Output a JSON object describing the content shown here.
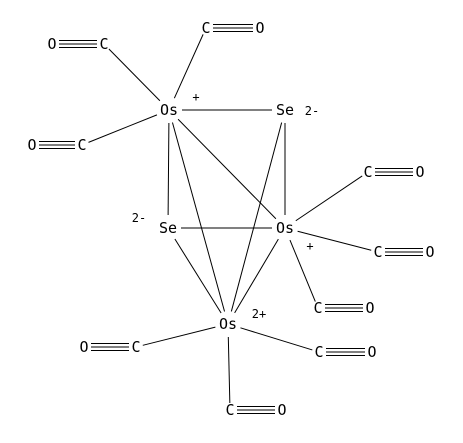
{
  "colors": {
    "ink": "#000000",
    "background": "#ffffff"
  },
  "atoms": [
    {
      "id": "os1",
      "text": "Os",
      "charge": "+"
    },
    {
      "id": "os2",
      "text": "Os",
      "charge": "+"
    },
    {
      "id": "os3",
      "text": "Os",
      "charge": "2+"
    },
    {
      "id": "se1",
      "text": "Se",
      "charge": "2-"
    },
    {
      "id": "se2",
      "text": "Se",
      "charge": "2-"
    },
    {
      "id": "c_a",
      "text": "C"
    },
    {
      "id": "o_a",
      "text": "O"
    },
    {
      "id": "c_b",
      "text": "C"
    },
    {
      "id": "o_b",
      "text": "O"
    },
    {
      "id": "c_c",
      "text": "C"
    },
    {
      "id": "o_c",
      "text": "O"
    },
    {
      "id": "c_d",
      "text": "C"
    },
    {
      "id": "o_d",
      "text": "O"
    },
    {
      "id": "c_e",
      "text": "C"
    },
    {
      "id": "o_e",
      "text": "O"
    },
    {
      "id": "c_f",
      "text": "C"
    },
    {
      "id": "o_f",
      "text": "O"
    },
    {
      "id": "c_g",
      "text": "C"
    },
    {
      "id": "o_g",
      "text": "O"
    },
    {
      "id": "c_h",
      "text": "C"
    },
    {
      "id": "o_h",
      "text": "O"
    },
    {
      "id": "c_i",
      "text": "C"
    },
    {
      "id": "o_i",
      "text": "O"
    }
  ],
  "bonds": [
    {
      "a": "os1",
      "b": "se1",
      "order": 1
    },
    {
      "a": "os1",
      "b": "se2",
      "order": 1
    },
    {
      "a": "os1",
      "b": "os2",
      "order": 1
    },
    {
      "a": "os1",
      "b": "os3",
      "order": 1
    },
    {
      "a": "se1",
      "b": "os2",
      "order": 1
    },
    {
      "a": "se1",
      "b": "os3",
      "order": 1
    },
    {
      "a": "se2",
      "b": "os2",
      "order": 1
    },
    {
      "a": "se2",
      "b": "os3",
      "order": 1
    },
    {
      "a": "os2",
      "b": "os3",
      "order": 1
    },
    {
      "a": "os1",
      "b": "c_a",
      "order": 1
    },
    {
      "a": "os1",
      "b": "c_b",
      "order": 1
    },
    {
      "a": "os1",
      "b": "c_c",
      "order": 1
    },
    {
      "a": "os2",
      "b": "c_d",
      "order": 1
    },
    {
      "a": "os2",
      "b": "c_e",
      "order": 1
    },
    {
      "a": "os2",
      "b": "c_f",
      "order": 1
    },
    {
      "a": "os3",
      "b": "c_g",
      "order": 1
    },
    {
      "a": "os3",
      "b": "c_h",
      "order": 1
    },
    {
      "a": "os3",
      "b": "c_i",
      "order": 1
    },
    {
      "a": "c_a",
      "b": "o_a",
      "order": 3
    },
    {
      "a": "c_b",
      "b": "o_b",
      "order": 3
    },
    {
      "a": "c_c",
      "b": "o_c",
      "order": 3
    },
    {
      "a": "c_d",
      "b": "o_d",
      "order": 3
    },
    {
      "a": "c_e",
      "b": "o_e",
      "order": 3
    },
    {
      "a": "c_f",
      "b": "o_f",
      "order": 3
    },
    {
      "a": "c_g",
      "b": "o_g",
      "order": 3
    },
    {
      "a": "c_h",
      "b": "o_h",
      "order": 3
    },
    {
      "a": "c_i",
      "b": "o_i",
      "order": 3
    }
  ]
}
